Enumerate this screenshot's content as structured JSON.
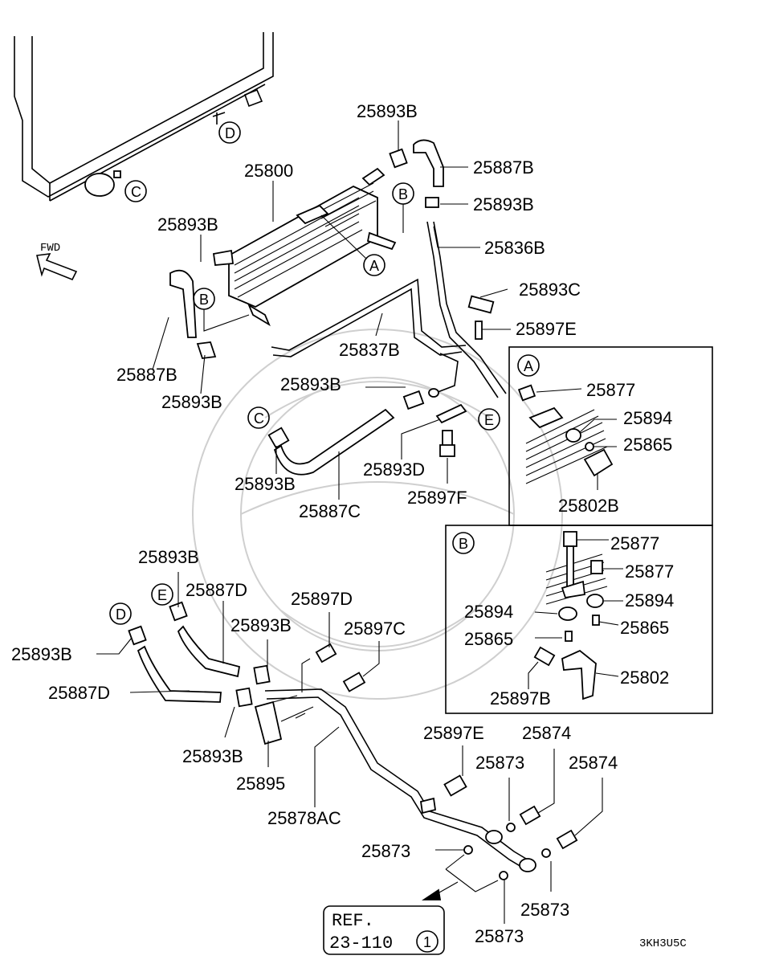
{
  "diagram": {
    "fwd": "FWD",
    "callouts": {
      "a": "A",
      "b": "B",
      "c": "C",
      "d": "D",
      "e": "E"
    },
    "labels": {
      "p25893b_top": "25893B",
      "p25887b_top": "25887B",
      "p25800": "25800",
      "p25893b_mid": "25893B",
      "p25893b_left": "25893B",
      "p25836b": "25836B",
      "p25893c": "25893C",
      "p25897e_top": "25897E",
      "p25837b": "25837B",
      "p25887b_left": "25887B",
      "p25893b_low": "25893B",
      "p25893b_hose": "25893B",
      "p25893b_c": "25893B",
      "p25887c": "25887C",
      "p25893d": "25893D",
      "p25897f": "25897F",
      "p25893b_e": "25893B",
      "p25887d_top": "25887D",
      "p25897d": "25897D",
      "p25893b_mid2": "25893B",
      "p25897c": "25897C",
      "p25893b_d": "25893B",
      "p25887d_left": "25887D",
      "p25893b_bot": "25893B",
      "p25895": "25895",
      "p25878ac": "25878AC",
      "p25897e_bot": "25897E",
      "p25874_a": "25874",
      "p25874_b": "25874",
      "p25873_a": "25873",
      "p25873_b": "25873",
      "p25873_c": "25873",
      "p25873_d": "25873"
    },
    "inset_a": {
      "tag": "A",
      "p25877": "25877",
      "p25894": "25894",
      "p25865": "25865",
      "p25802b": "25802B"
    },
    "inset_b": {
      "tag": "B",
      "p25877_a": "25877",
      "p25877_b": "25877",
      "p25894_r": "25894",
      "p25894_l": "25894",
      "p25865_r": "25865",
      "p25865_l": "25865",
      "p25802": "25802",
      "p25897b": "25897B"
    },
    "ref": {
      "line1": "REF.",
      "line2": "23-110",
      "circled": "1"
    },
    "code": "3KH3U5C"
  }
}
